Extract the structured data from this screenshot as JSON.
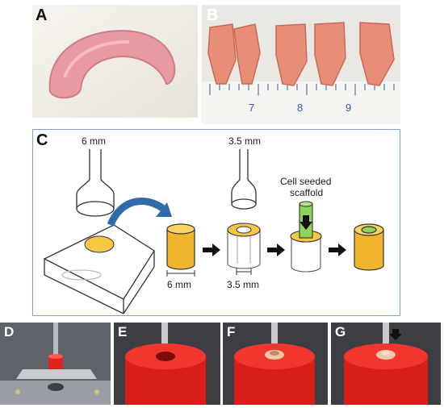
{
  "panels": {
    "a": {
      "label": "A"
    },
    "b": {
      "label": "B"
    },
    "c": {
      "label": "C"
    },
    "d": {
      "label": "D"
    },
    "e": {
      "label": "E"
    },
    "f": {
      "label": "F"
    },
    "g": {
      "label": "G"
    }
  },
  "ruler": {
    "numbers": [
      "7",
      "8",
      "9"
    ]
  },
  "diagram": {
    "punch_large_label": "6 mm",
    "punch_small_label": "3.5 mm",
    "scaffold_label_line1": "Cell seeded",
    "scaffold_label_line2": "scaffold",
    "cylinder_dim_label": "6 mm",
    "hole_dim_label": "3.5 mm"
  },
  "colors": {
    "tissue_yellow": "#f6c745",
    "scaffold_green": "#8fd35a",
    "arrow_blue": "#2e6ba8",
    "frame_blue": "#7fa0c8",
    "holder_red": "#e0221c"
  }
}
